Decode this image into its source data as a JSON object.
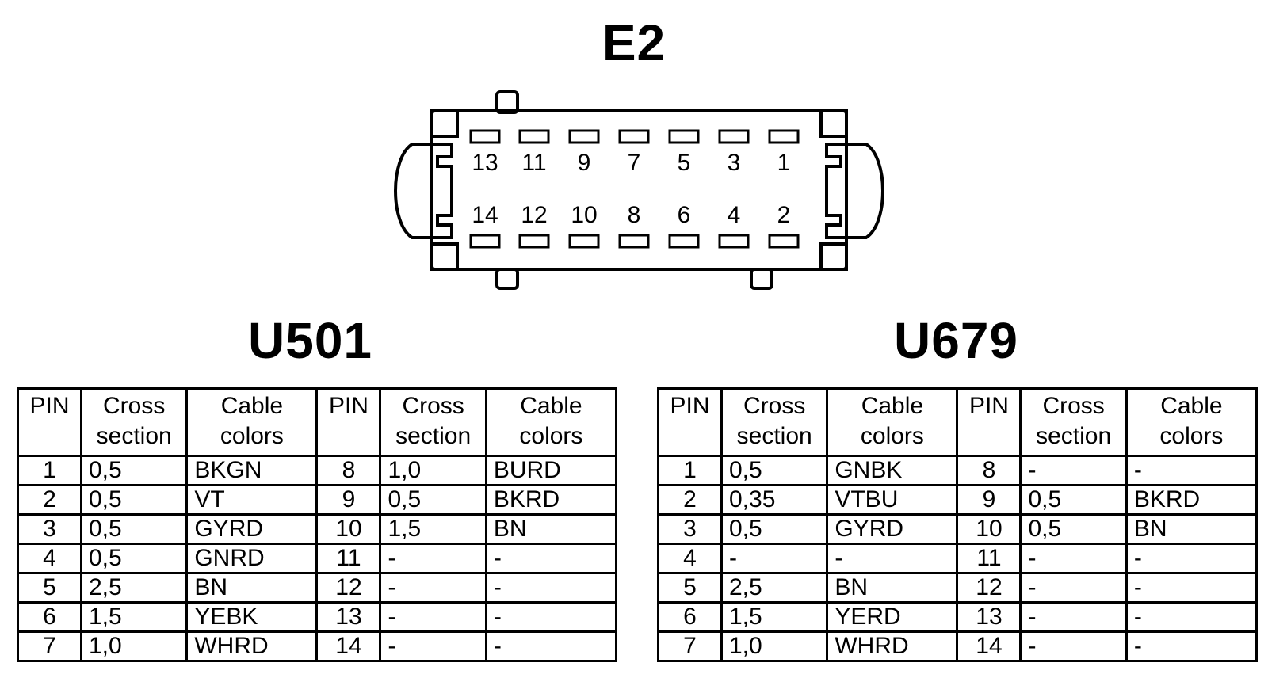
{
  "connector": {
    "title": "E2",
    "top_row_pins": [
      "13",
      "11",
      "9",
      "7",
      "5",
      "3",
      "1"
    ],
    "bottom_row_pins": [
      "14",
      "12",
      "10",
      "8",
      "6",
      "4",
      "2"
    ]
  },
  "headers": {
    "pin": "PIN",
    "cross_section": [
      "Cross",
      "section"
    ],
    "cable_colors": [
      "Cable",
      "colors"
    ]
  },
  "tables": [
    {
      "title": "U501",
      "rows": [
        {
          "pin_a": "1",
          "cs_a": "0,5",
          "col_a": "BKGN",
          "pin_b": "8",
          "cs_b": "1,0",
          "col_b": "BURD"
        },
        {
          "pin_a": "2",
          "cs_a": "0,5",
          "col_a": "VT",
          "pin_b": "9",
          "cs_b": "0,5",
          "col_b": "BKRD"
        },
        {
          "pin_a": "3",
          "cs_a": "0,5",
          "col_a": "GYRD",
          "pin_b": "10",
          "cs_b": "1,5",
          "col_b": "BN"
        },
        {
          "pin_a": "4",
          "cs_a": "0,5",
          "col_a": "GNRD",
          "pin_b": "11",
          "cs_b": "-",
          "col_b": "-"
        },
        {
          "pin_a": "5",
          "cs_a": "2,5",
          "col_a": "BN",
          "pin_b": "12",
          "cs_b": "-",
          "col_b": "-"
        },
        {
          "pin_a": "6",
          "cs_a": "1,5",
          "col_a": "YEBK",
          "pin_b": "13",
          "cs_b": "-",
          "col_b": "-"
        },
        {
          "pin_a": "7",
          "cs_a": "1,0",
          "col_a": "WHRD",
          "pin_b": "14",
          "cs_b": "-",
          "col_b": "-"
        }
      ]
    },
    {
      "title": "U679",
      "rows": [
        {
          "pin_a": "1",
          "cs_a": "0,5",
          "col_a": "GNBK",
          "pin_b": "8",
          "cs_b": "-",
          "col_b": "-"
        },
        {
          "pin_a": "2",
          "cs_a": "0,35",
          "col_a": "VTBU",
          "pin_b": "9",
          "cs_b": "0,5",
          "col_b": "BKRD"
        },
        {
          "pin_a": "3",
          "cs_a": "0,5",
          "col_a": "GYRD",
          "pin_b": "10",
          "cs_b": "0,5",
          "col_b": "BN"
        },
        {
          "pin_a": "4",
          "cs_a": "-",
          "col_a": "-",
          "pin_b": "11",
          "cs_b": "-",
          "col_b": "-"
        },
        {
          "pin_a": "5",
          "cs_a": "2,5",
          "col_a": "BN",
          "pin_b": "12",
          "cs_b": "-",
          "col_b": "-"
        },
        {
          "pin_a": "6",
          "cs_a": "1,5",
          "col_a": "YERD",
          "pin_b": "13",
          "cs_b": "-",
          "col_b": "-"
        },
        {
          "pin_a": "7",
          "cs_a": "1,0",
          "col_a": "WHRD",
          "pin_b": "14",
          "cs_b": "-",
          "col_b": "-"
        }
      ]
    }
  ]
}
